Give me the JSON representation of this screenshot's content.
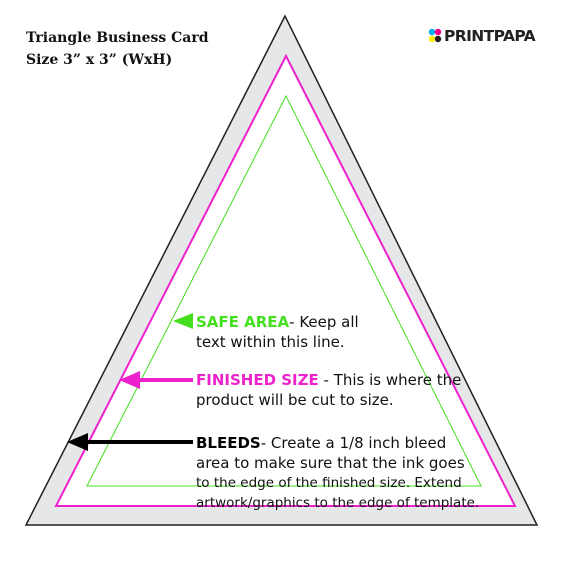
{
  "title": {
    "line1": "Triangle Business Card",
    "line2": "Size  3” x 3” (WxH)"
  },
  "logo": {
    "text": "PRINTPAPA",
    "dot_colors": [
      "#00aeef",
      "#ec008c",
      "#fff200",
      "#231f20"
    ]
  },
  "template": {
    "bleed_fill": "#e6e7e8",
    "bleed_stroke": "#231f20",
    "finished_stroke": "#ee22cc",
    "safe_stroke": "#44e01e"
  },
  "callouts": {
    "safe": {
      "label": "SAFE AREA",
      "line1": "- Keep all",
      "line2": "text within this line.",
      "color": "#44e01e"
    },
    "finished": {
      "label": "FINISHED SIZE",
      "line1": " - This is where the",
      "line2": "product will be cut to size.",
      "color": "#ee22cc"
    },
    "bleeds": {
      "label": "BLEEDS",
      "line1": "- Create a 1/8 inch bleed",
      "line2": "area to make sure that the ink goes",
      "line3": "to the edge of the finished size. Extend",
      "line4": "artwork/graphics to the edge of template.",
      "color": "#000000"
    }
  }
}
